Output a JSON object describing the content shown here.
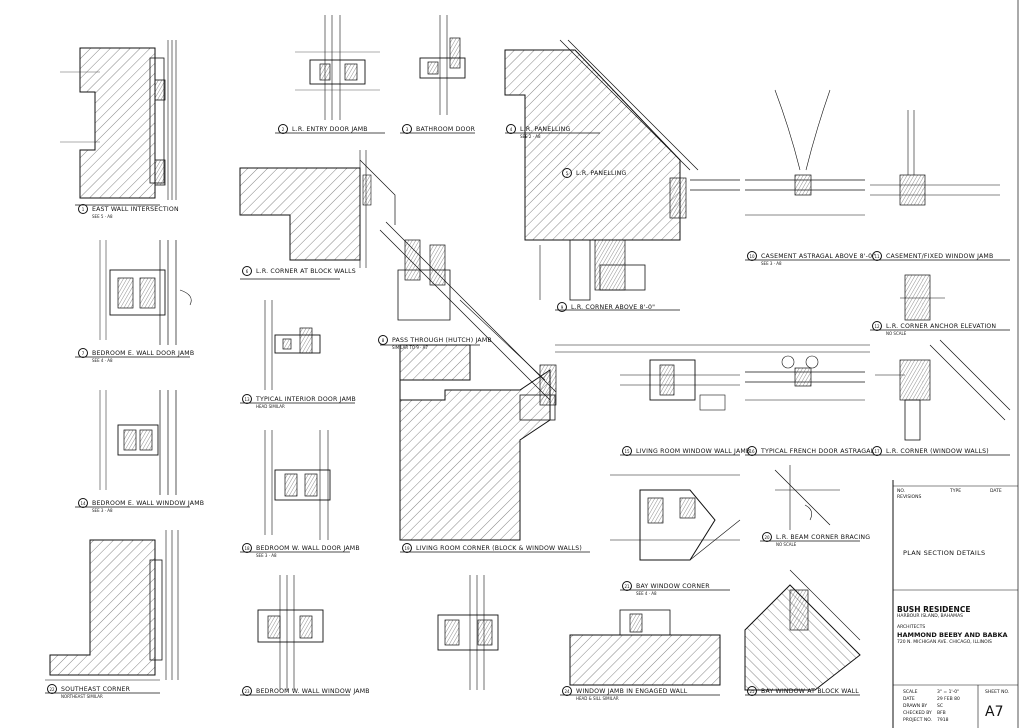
{
  "sheet": {
    "number": "A7",
    "title": "PLAN SECTION DETAILS"
  },
  "details": [
    {
      "id": "east-wall-intersection",
      "num": "1",
      "title": "EAST WALL INTERSECTION",
      "sub": "SEE 5 · A8"
    },
    {
      "id": "lr-entry-door-jamb",
      "num": "2",
      "title": "L.R. ENTRY DOOR JAMB",
      "sub": ""
    },
    {
      "id": "bathroom-door",
      "num": "3",
      "title": "BATHROOM DOOR",
      "sub": ""
    },
    {
      "id": "lr-panelling-top",
      "num": "4",
      "title": "L.R. PANELLING",
      "sub": "SEE 2 · A8"
    },
    {
      "id": "lr-panelling",
      "num": "5",
      "title": "L.R. PANELLING",
      "sub": ""
    },
    {
      "id": "lr-corner-at-block-walls",
      "num": "6",
      "title": "L.R. CORNER AT BLOCK WALLS",
      "sub": ""
    },
    {
      "id": "bedroom-e-wall-door-jamb",
      "num": "7",
      "title": "BEDROOM E. WALL DOOR JAMB",
      "sub": "SEE 4 · A8"
    },
    {
      "id": "pass-through-hutch-jamb",
      "num": "8",
      "title": "PASS THROUGH (HUTCH) JAMB",
      "sub": "SIMILAR TO 9 · A7"
    },
    {
      "id": "lr-corner-above",
      "num": "9",
      "title": "L.R. CORNER ABOVE 8'-0\"",
      "sub": ""
    },
    {
      "id": "casement-astragal",
      "num": "10",
      "title": "CASEMENT ASTRAGAL ABOVE 8'-0\"",
      "sub": "SEE 3 · A8"
    },
    {
      "id": "casement-fixed-window-jamb",
      "num": "11",
      "title": "CASEMENT/FIXED WINDOW JAMB",
      "sub": ""
    },
    {
      "id": "lr-corner-anchor-elevation",
      "num": "12",
      "title": "L.R. CORNER ANCHOR ELEVATION",
      "sub": "NO SCALE"
    },
    {
      "id": "typical-interior-door-jamb",
      "num": "13",
      "title": "TYPICAL INTERIOR DOOR JAMB",
      "sub": "HEAD SIMILAR"
    },
    {
      "id": "bedroom-e-wall-window-jamb",
      "num": "14",
      "title": "BEDROOM E. WALL WINDOW JAMB",
      "sub": "SEE 3 · A8"
    },
    {
      "id": "living-room-window-wall-jamb",
      "num": "15",
      "title": "LIVING ROOM WINDOW WALL JAMB",
      "sub": ""
    },
    {
      "id": "typical-french-door-astragal",
      "num": "16",
      "title": "TYPICAL FRENCH DOOR ASTRAGAL",
      "sub": ""
    },
    {
      "id": "lr-corner-window-walls",
      "num": "17",
      "title": "L.R. CORNER (WINDOW WALLS)",
      "sub": ""
    },
    {
      "id": "bedroom-w-wall-door-jamb",
      "num": "18",
      "title": "BEDROOM W. WALL DOOR JAMB",
      "sub": "SEE 3 · A8"
    },
    {
      "id": "living-room-corner",
      "num": "19",
      "title": "LIVING ROOM CORNER (BLOCK & WINDOW WALLS)",
      "sub": ""
    },
    {
      "id": "lr-beam-corner-bracing",
      "num": "20",
      "title": "L.R. BEAM CORNER BRACING",
      "sub": "NO SCALE"
    },
    {
      "id": "bay-window-corner",
      "num": "21",
      "title": "BAY WINDOW CORNER",
      "sub": "SEE 4 · A8"
    },
    {
      "id": "southeast-corner",
      "num": "22",
      "title": "SOUTHEAST CORNER",
      "sub": "NORTHEAST SIMILAR"
    },
    {
      "id": "bedroom-w-wall-window-jamb",
      "num": "23",
      "title": "BEDROOM W. WALL WINDOW JAMB",
      "sub": ""
    },
    {
      "id": "window-jamb-in-engaged-wall",
      "num": "24",
      "title": "WINDOW JAMB IN ENGAGED WALL",
      "sub": "HEAD & SILL SIMILAR"
    },
    {
      "id": "bay-window-at-block-wall",
      "num": "25",
      "title": "BAY WINDOW AT BLOCK WALL",
      "sub": ""
    }
  ],
  "title_block": {
    "project": "BUSH RESIDENCE",
    "location": "HARBOUR ISLAND, BAHAMAS",
    "architects_label": "ARCHITECTS",
    "firm": "HAMMOND BEEBY AND BABKA",
    "address": "720 N. MICHIGAN AVE. CHICAGO, ILLINOIS",
    "revisions_label": "REVISIONS",
    "no_label": "NO.",
    "type_label": "TYPE",
    "date_label": "DATE",
    "scale_label": "SCALE",
    "scale_value": "3\" = 1'-0\"",
    "date_row_label": "DATE",
    "date_value": "29 FEB 80",
    "drawn_label": "DRAWN BY",
    "drawn_value": "SC",
    "checked_label": "CHECKED BY",
    "checked_value": "BFB",
    "project_no_label": "PROJECT NO.",
    "project_no_value": "7918",
    "sheet_no_label": "SHEET NO."
  }
}
